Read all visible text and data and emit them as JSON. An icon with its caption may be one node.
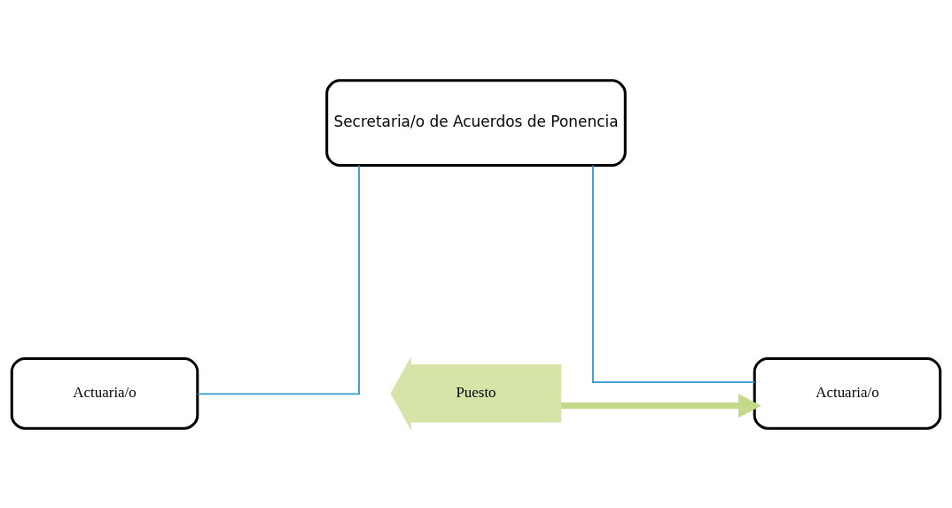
{
  "diagram": {
    "nodes": [
      {
        "text": [
          "Secretaria/o de Acuerdos de Ponencia"
        ]
      },
      {
        "text": [
          "Actuaria/o"
        ]
      },
      {
        "text": [
          "Actuaria/o"
        ]
      },
      {
        "text": [
          "Puesto"
        ]
      }
    ],
    "edges": [
      {
        "from": 0,
        "to": 1,
        "arrow": "none"
      },
      {
        "from": 0,
        "to": 2,
        "arrow": "none"
      },
      {
        "from": 3,
        "to": 2,
        "arrow": "to",
        "style": "thick",
        "color": "#c5d98a"
      }
    ]
  }
}
